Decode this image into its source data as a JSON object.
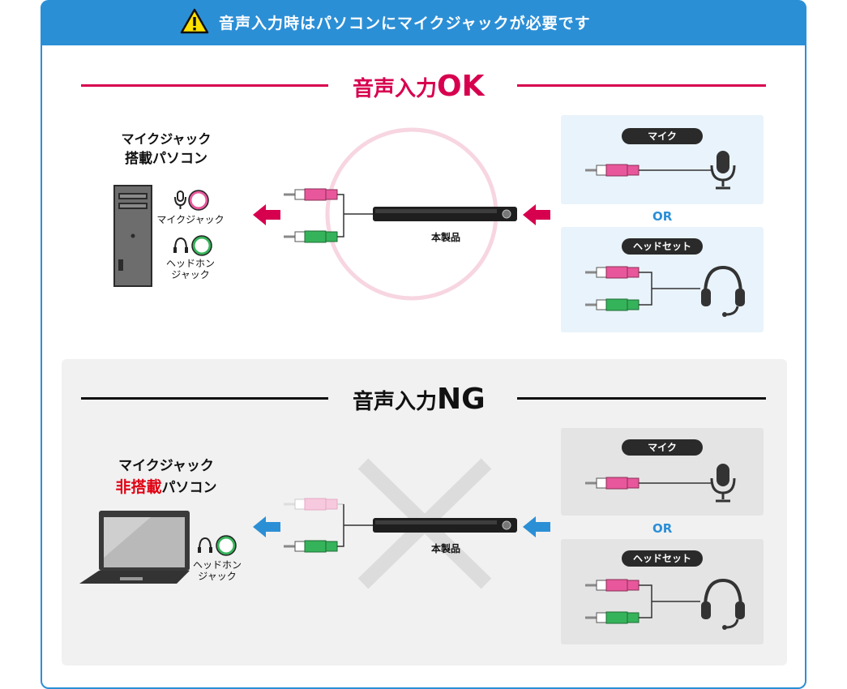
{
  "header": {
    "title": "音声入力時はパソコンにマイクジャックが必要です"
  },
  "ok": {
    "title": "音声入力",
    "title_suffix": "OK",
    "pc_line1": "マイクジャック",
    "pc_line2": "搭載パソコン",
    "mic_jack_label": "マイクジャック",
    "headphone_jack_label_1": "ヘッドホン",
    "headphone_jack_label_2": "ジャック",
    "product_label": "本製品",
    "mic_pill": "マイク",
    "or": "OR",
    "headset_pill": "ヘッドセット"
  },
  "ng": {
    "title": "音声入力",
    "title_suffix": "NG",
    "pc_line1": "マイクジャック",
    "pc_line2_red": "非搭載",
    "pc_line2_rest": "パソコン",
    "headphone_jack_label_1": "ヘッドホン",
    "headphone_jack_label_2": "ジャック",
    "product_label": "本製品",
    "mic_pill": "マイク",
    "or": "OR",
    "headset_pill": "ヘッドセット"
  },
  "colors": {
    "accent_blue": "#2b8fd6",
    "ok_red": "#d7004f",
    "ng_red": "#e00012",
    "pink": "#e8579b",
    "green": "#35b35a",
    "panel_blue": "#e9f3fb",
    "panel_gray": "#e9e9e9",
    "ng_bg": "#f1f1f1"
  },
  "icons": [
    "warning-icon",
    "microphone-icon",
    "headset-icon",
    "arrow-left-icon",
    "desktop-pc-icon",
    "laptop-icon",
    "cross-icon"
  ]
}
